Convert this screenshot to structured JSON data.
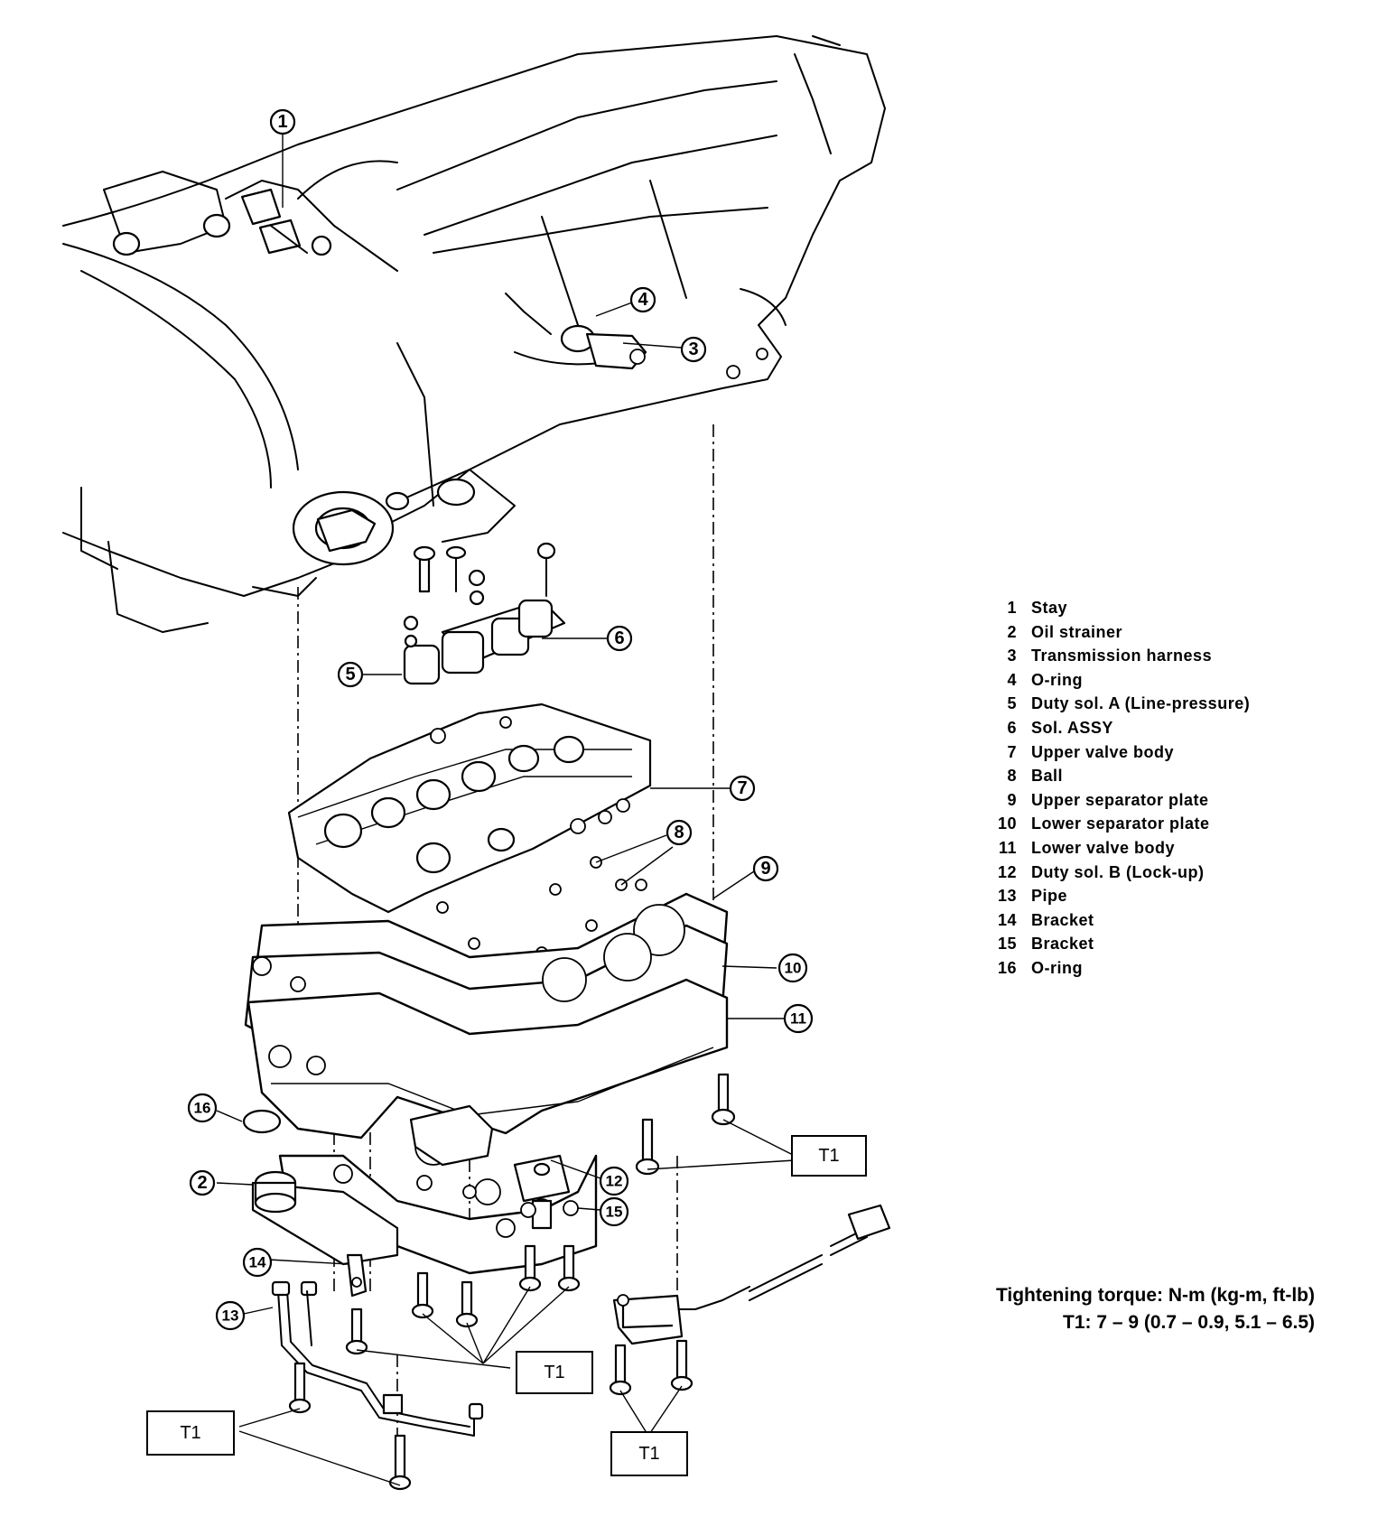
{
  "legend": [
    {
      "num": "1",
      "label": "Stay"
    },
    {
      "num": "2",
      "label": "Oil strainer"
    },
    {
      "num": "3",
      "label": "Transmission harness"
    },
    {
      "num": "4",
      "label": "O-ring"
    },
    {
      "num": "5",
      "label": "Duty sol. A (Line-pressure)"
    },
    {
      "num": "6",
      "label": "Sol. ASSY"
    },
    {
      "num": "7",
      "label": "Upper valve body"
    },
    {
      "num": "8",
      "label": "Ball"
    },
    {
      "num": "9",
      "label": "Upper separator plate"
    },
    {
      "num": "10",
      "label": "Lower separator plate"
    },
    {
      "num": "11",
      "label": "Lower valve body"
    },
    {
      "num": "12",
      "label": "Duty sol. B (Lock-up)"
    },
    {
      "num": "13",
      "label": "Pipe"
    },
    {
      "num": "14",
      "label": "Bracket"
    },
    {
      "num": "15",
      "label": "Bracket"
    },
    {
      "num": "16",
      "label": "O-ring"
    }
  ],
  "torque": {
    "heading": "Tightening torque:  N-m (kg-m, ft-lb)",
    "t1_spec": "T1: 7 – 9 (0.7 – 0.9, 5.1 – 6.5)"
  },
  "callouts": [
    "1",
    "2",
    "3",
    "4",
    "5",
    "6",
    "7",
    "8",
    "9",
    "10",
    "11",
    "12",
    "13",
    "14",
    "15",
    "16"
  ],
  "torque_label": "T1"
}
